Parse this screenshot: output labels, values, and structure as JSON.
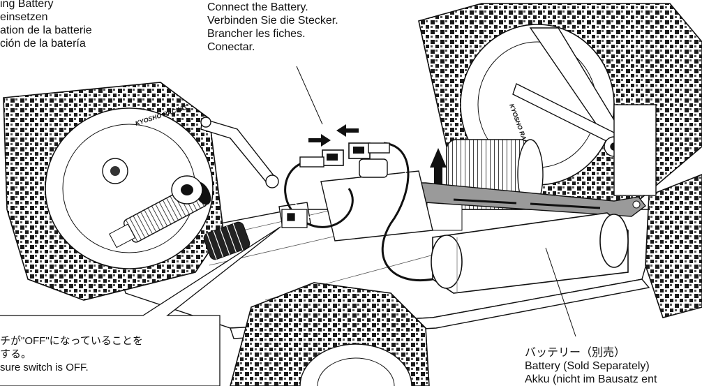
{
  "topleft_lines": [
    "ing Battery",
    "einsetzen",
    "ation de la batterie",
    "ción de la batería"
  ],
  "connect_lines": [
    "Connect the Battery.",
    "Verbinden Sie die Stecker.",
    "Brancher les fiches.",
    "Conectar."
  ],
  "switch_lines": [
    "チが\"OFF\"になっていることを",
    "する。",
    "sure switch is OFF."
  ],
  "battery_lines": [
    "バッテリー（別売）",
    "Battery (Sold Separately)",
    "Akku (nicht im Bausatz ent"
  ],
  "brand_text": "KYOSHO RACING"
}
